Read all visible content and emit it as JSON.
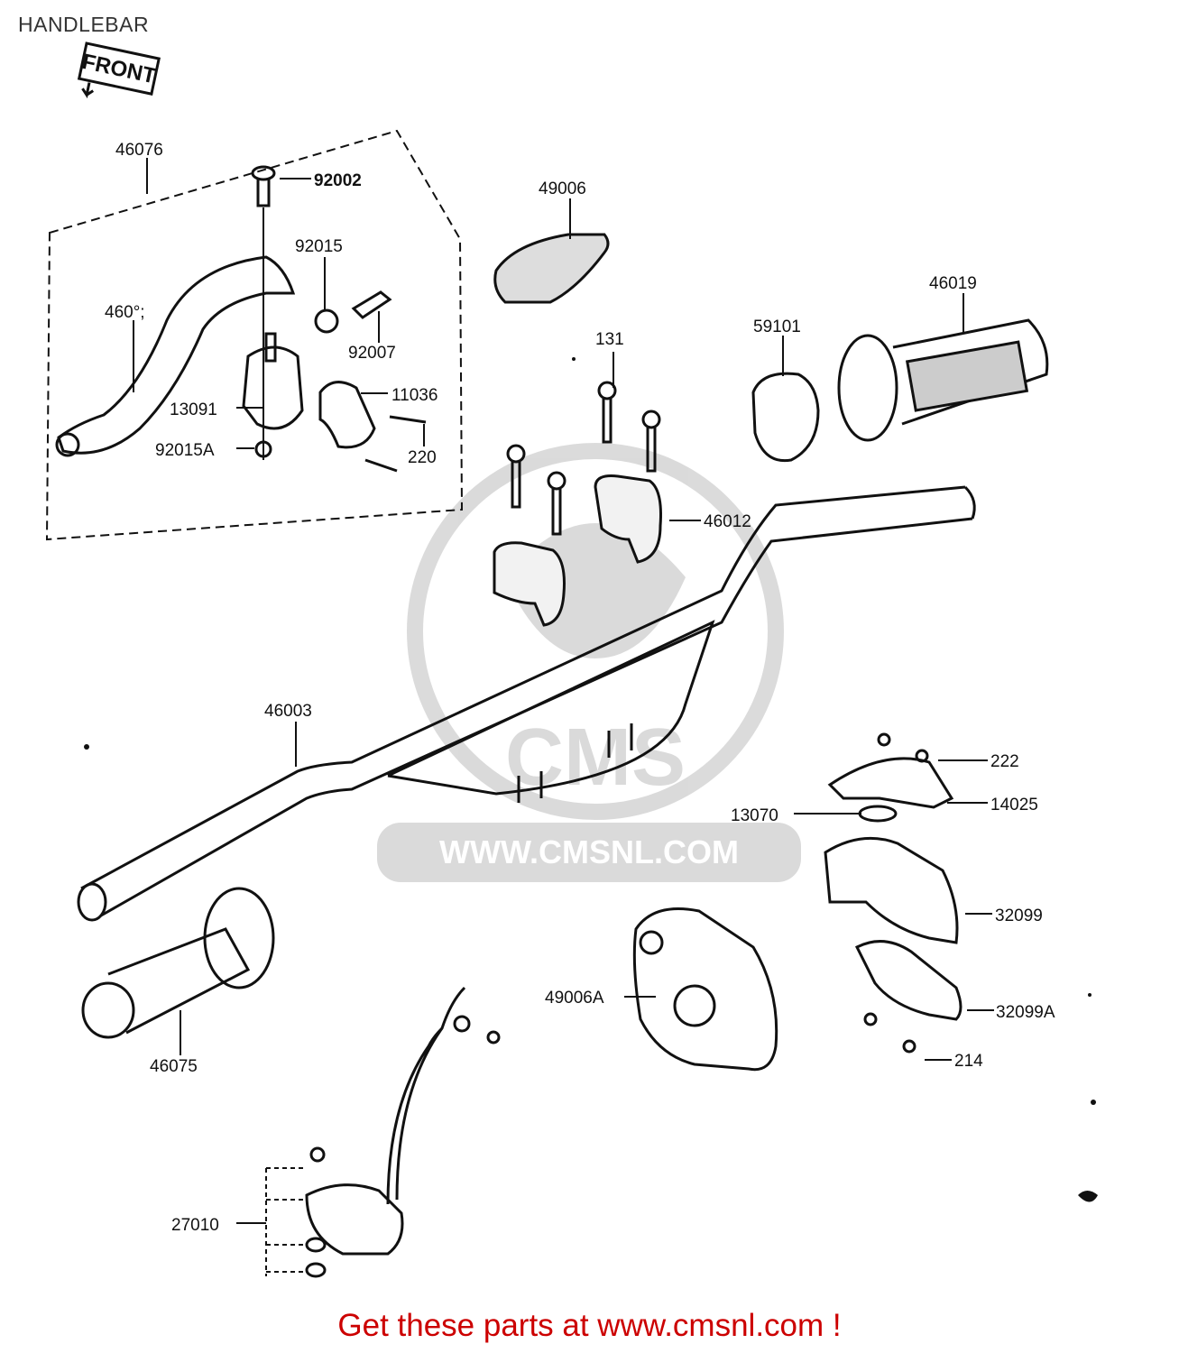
{
  "header": {
    "title": "HANDLEBAR"
  },
  "direction": {
    "label": "FRONT"
  },
  "watermark": {
    "brand": "CMS",
    "url": "WWW.CMSNL.COM"
  },
  "parts": [
    {
      "id": "p46076",
      "number": "46076"
    },
    {
      "id": "p92002",
      "number": "92002"
    },
    {
      "id": "p92015",
      "number": "92015"
    },
    {
      "id": "p46092",
      "number": "460°;"
    },
    {
      "id": "p92007",
      "number": "92007"
    },
    {
      "id": "p11036",
      "number": "11036"
    },
    {
      "id": "p13091",
      "number": "13091"
    },
    {
      "id": "p220",
      "number": "220"
    },
    {
      "id": "p92015A",
      "number": "92015A"
    },
    {
      "id": "p49006",
      "number": "49006"
    },
    {
      "id": "p131",
      "number": "131"
    },
    {
      "id": "p59101",
      "number": "59101"
    },
    {
      "id": "p46019",
      "number": "46019"
    },
    {
      "id": "p46012",
      "number": "46012"
    },
    {
      "id": "p46003",
      "number": "46003"
    },
    {
      "id": "p222",
      "number": "222"
    },
    {
      "id": "p14025",
      "number": "14025"
    },
    {
      "id": "p13070",
      "number": "13070"
    },
    {
      "id": "p32099",
      "number": "32099"
    },
    {
      "id": "p49006A",
      "number": "49006A"
    },
    {
      "id": "p32099A",
      "number": "32099A"
    },
    {
      "id": "p214",
      "number": "214"
    },
    {
      "id": "p46075",
      "number": "46075"
    },
    {
      "id": "p27010",
      "number": "27010"
    }
  ],
  "footer": {
    "link_text": "Get these parts at www.cmsnl.com !",
    "link_color": "#cc0000"
  }
}
